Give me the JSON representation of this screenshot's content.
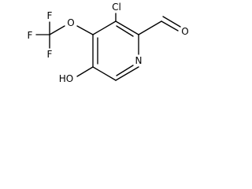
{
  "molecule": {
    "atom_labels": {
      "chlorine": "Cl",
      "aldehyde_oxygen": "O",
      "ether_oxygen": "O",
      "ring_nitrogen": "N",
      "hydroxyl": "HO",
      "fluorine_top": "F",
      "fluorine_left": "F",
      "fluorine_bottom": "F"
    }
  }
}
